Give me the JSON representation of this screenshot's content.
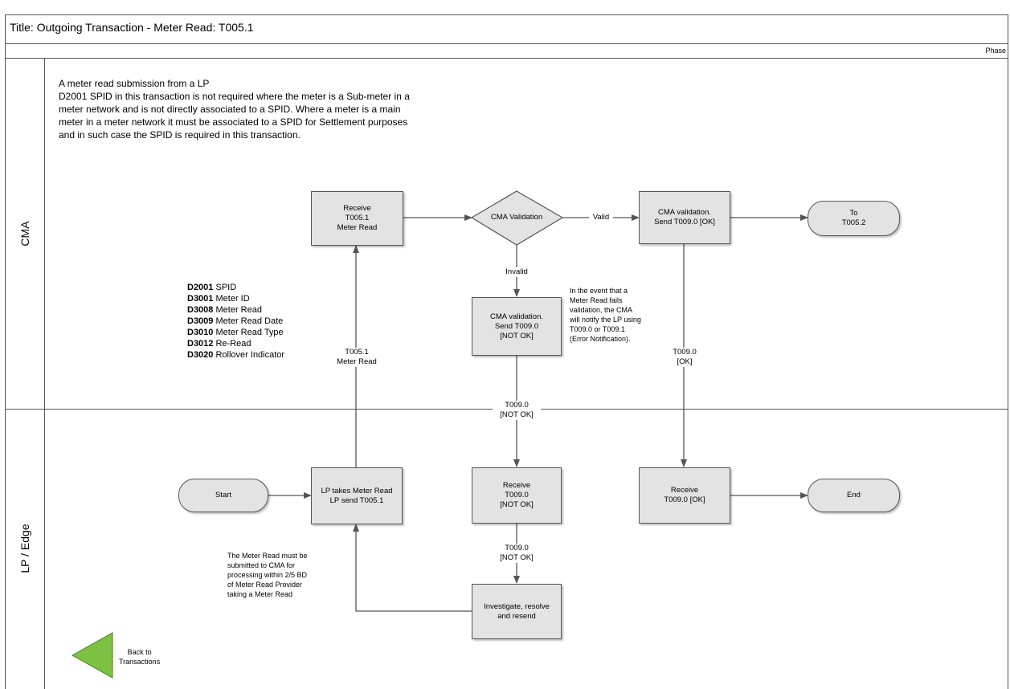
{
  "title": "Title: Outgoing Transaction - Meter Read: T005.1",
  "phase_label": "Phase",
  "lanes": {
    "top": "CMA",
    "bottom": "LP / Edge"
  },
  "description": [
    "A meter read submission from a LP",
    "D2001 SPID in this transaction is not required where the meter is a Sub-meter in a",
    "meter network and is not directly associated to a SPID. Where a meter is a main",
    "meter in a meter network it must be associated to a SPID for Settlement purposes",
    "and in such case the SPID is required in this transaction."
  ],
  "data_items": [
    {
      "code": "D2001",
      "name": "SPID"
    },
    {
      "code": "D3001",
      "name": "Meter ID"
    },
    {
      "code": "D3008",
      "name": "Meter Read"
    },
    {
      "code": "D3009",
      "name": "Meter Read Date"
    },
    {
      "code": "D3010",
      "name": "Meter Read Type"
    },
    {
      "code": "D3012",
      "name": "Re-Read"
    },
    {
      "code": "D3020",
      "name": "Rollover Indicator"
    }
  ],
  "nodes": {
    "receive_t005": "Receive\nT005.1\nMeter Read",
    "cma_validation": "CMA Validation",
    "cma_valid_send_ok": "CMA validation.\nSend  T009.0 [OK]",
    "to_t005_2": "To\nT005.2",
    "cma_valid_send_not_ok": "CMA validation.\nSend  T009.0\n[NOT OK]",
    "start": "Start",
    "lp_takes_read": "LP takes Meter Read\nLP send T005.1",
    "receive_not_ok": "Receive\nT009.0\n[NOT OK]",
    "receive_ok": "Receive\nT009.0 [OK]",
    "end": "End",
    "investigate": "Investigate, resolve\nand resend"
  },
  "connector_labels": {
    "valid": "Valid",
    "invalid": "Invalid",
    "t005_meter_read": "T005.1\nMeter Read",
    "t009_ok": "T009.0\n[OK]",
    "t009_not_ok_1": "T009.0\n[NOT OK]",
    "t009_not_ok_2": "T009.0\n[NOT OK]"
  },
  "notes": {
    "error_note": "In the event that a\nMeter Read fails\nvalidation, the CMA\nwill notify the LP using\nT009.0 or T009.1\n(Error Notification).",
    "timing_note": "The Meter Read must be\nsubmitted to CMA for\nprocessing within 2/5 BD\nof Meter Read Provider\ntaking a Meter Read"
  },
  "back_link": "Back to\nTransactions",
  "colors": {
    "box_fill": "#e3e3e3",
    "border": "#555555",
    "back_arrow": "#7dc142"
  }
}
